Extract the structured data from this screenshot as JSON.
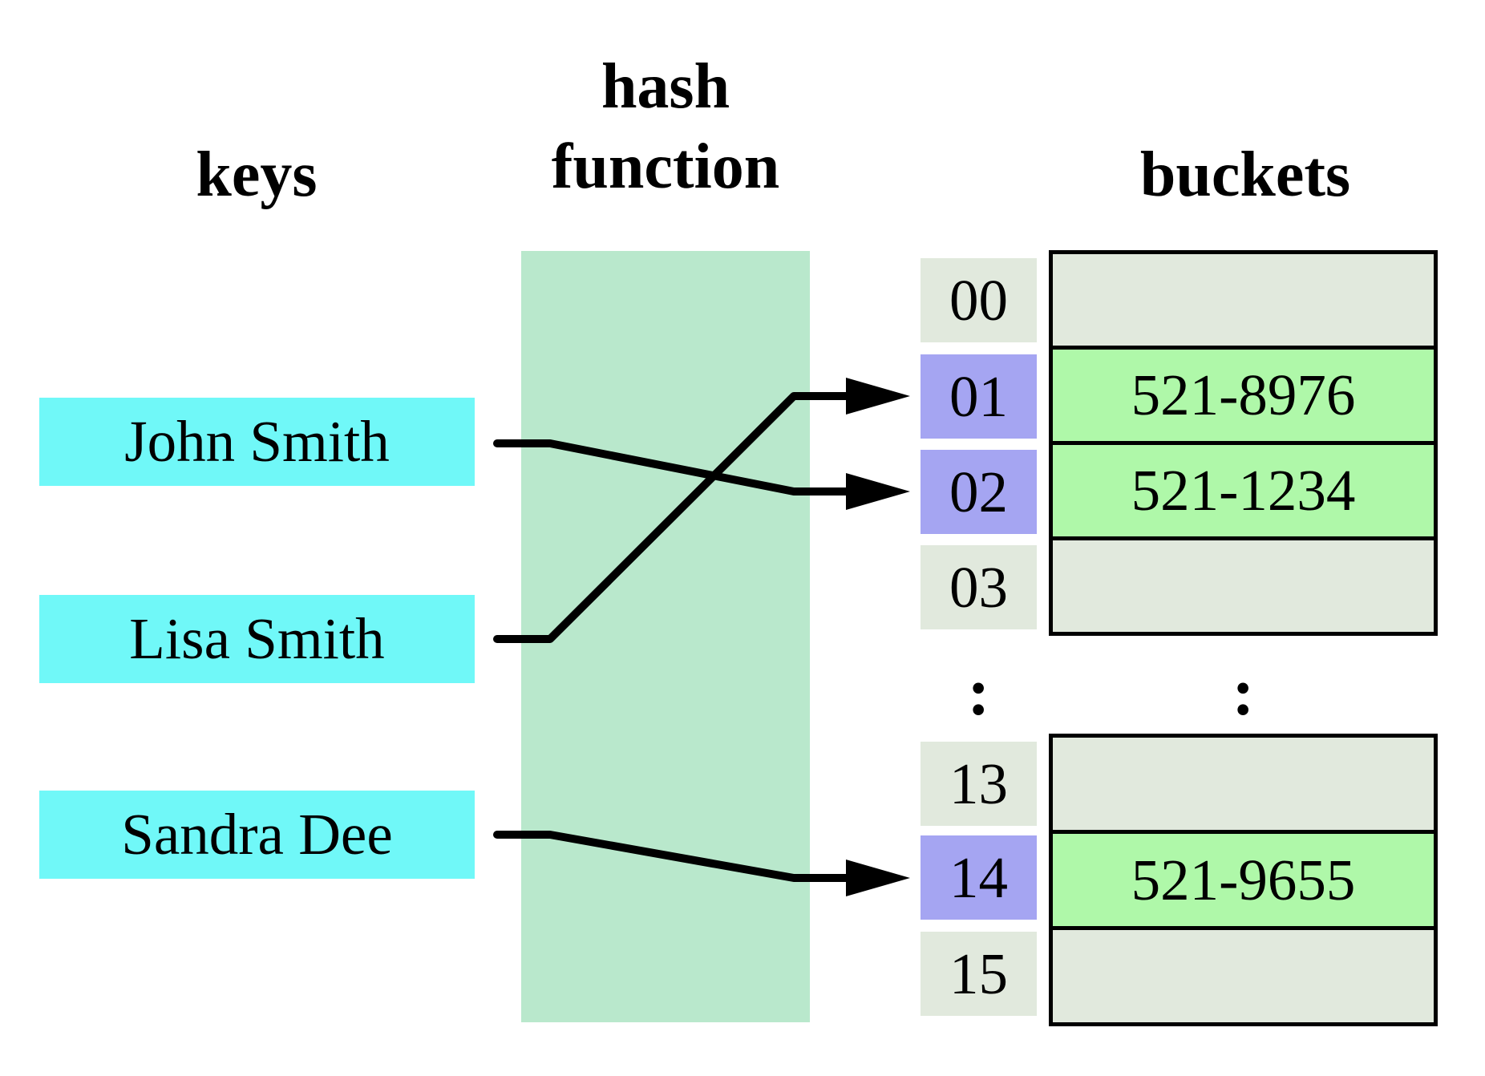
{
  "header": {
    "keys": "keys",
    "hash_line1": "hash",
    "hash_line2": "function",
    "buckets": "buckets"
  },
  "keys": [
    {
      "label": "John Smith"
    },
    {
      "label": "Lisa Smith"
    },
    {
      "label": "Sandra Dee"
    }
  ],
  "index_column": {
    "top": [
      {
        "label": "00",
        "highlight": false
      },
      {
        "label": "01",
        "highlight": true
      },
      {
        "label": "02",
        "highlight": true
      },
      {
        "label": "03",
        "highlight": false
      }
    ],
    "ellipsis": ":",
    "bottom": [
      {
        "label": "13",
        "highlight": false
      },
      {
        "label": "14",
        "highlight": true
      },
      {
        "label": "15",
        "highlight": false
      }
    ]
  },
  "buckets": {
    "top_rows": [
      {
        "value": "",
        "filled": false
      },
      {
        "value": "521-8976",
        "filled": true
      },
      {
        "value": "521-1234",
        "filled": true
      },
      {
        "value": "",
        "filled": false
      }
    ],
    "ellipsis": ":",
    "bottom_rows": [
      {
        "value": "",
        "filled": false
      },
      {
        "value": "521-9655",
        "filled": true
      },
      {
        "value": "",
        "filled": false
      }
    ]
  },
  "colors": {
    "key_box": "#70F8F8",
    "hash_band": "#B9E8CC",
    "index_default": "#E1E9DD",
    "index_highlight": "#A5A5F2",
    "bucket_empty": "#E1E9DD",
    "bucket_filled": "#AFF8A9",
    "line": "#000000"
  }
}
